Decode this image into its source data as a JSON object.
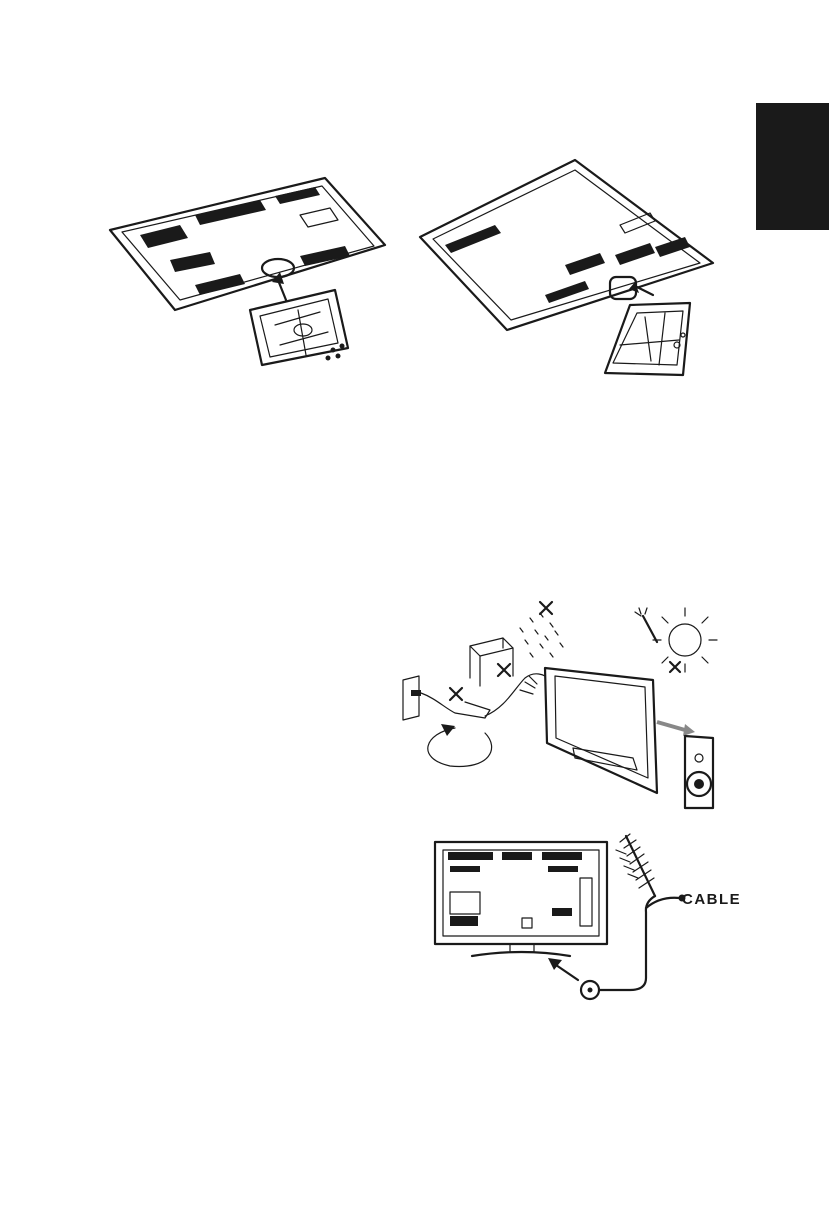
{
  "page": {
    "side_tab_color": "#1a1a1a",
    "line_color": "#1a1a1a",
    "arrow_color": "#888888"
  },
  "figures": {
    "stand_attach_left": {
      "icon": "tv-back-stand-attach-illustration"
    },
    "stand_attach_right": {
      "icon": "tv-back-stand-mounted-illustration"
    },
    "safety_precautions": {
      "icon": "tv-placement-safety-illustration"
    },
    "antenna_connection": {
      "icon": "tv-antenna-connection-illustration",
      "cable_label": "CABLE"
    }
  }
}
